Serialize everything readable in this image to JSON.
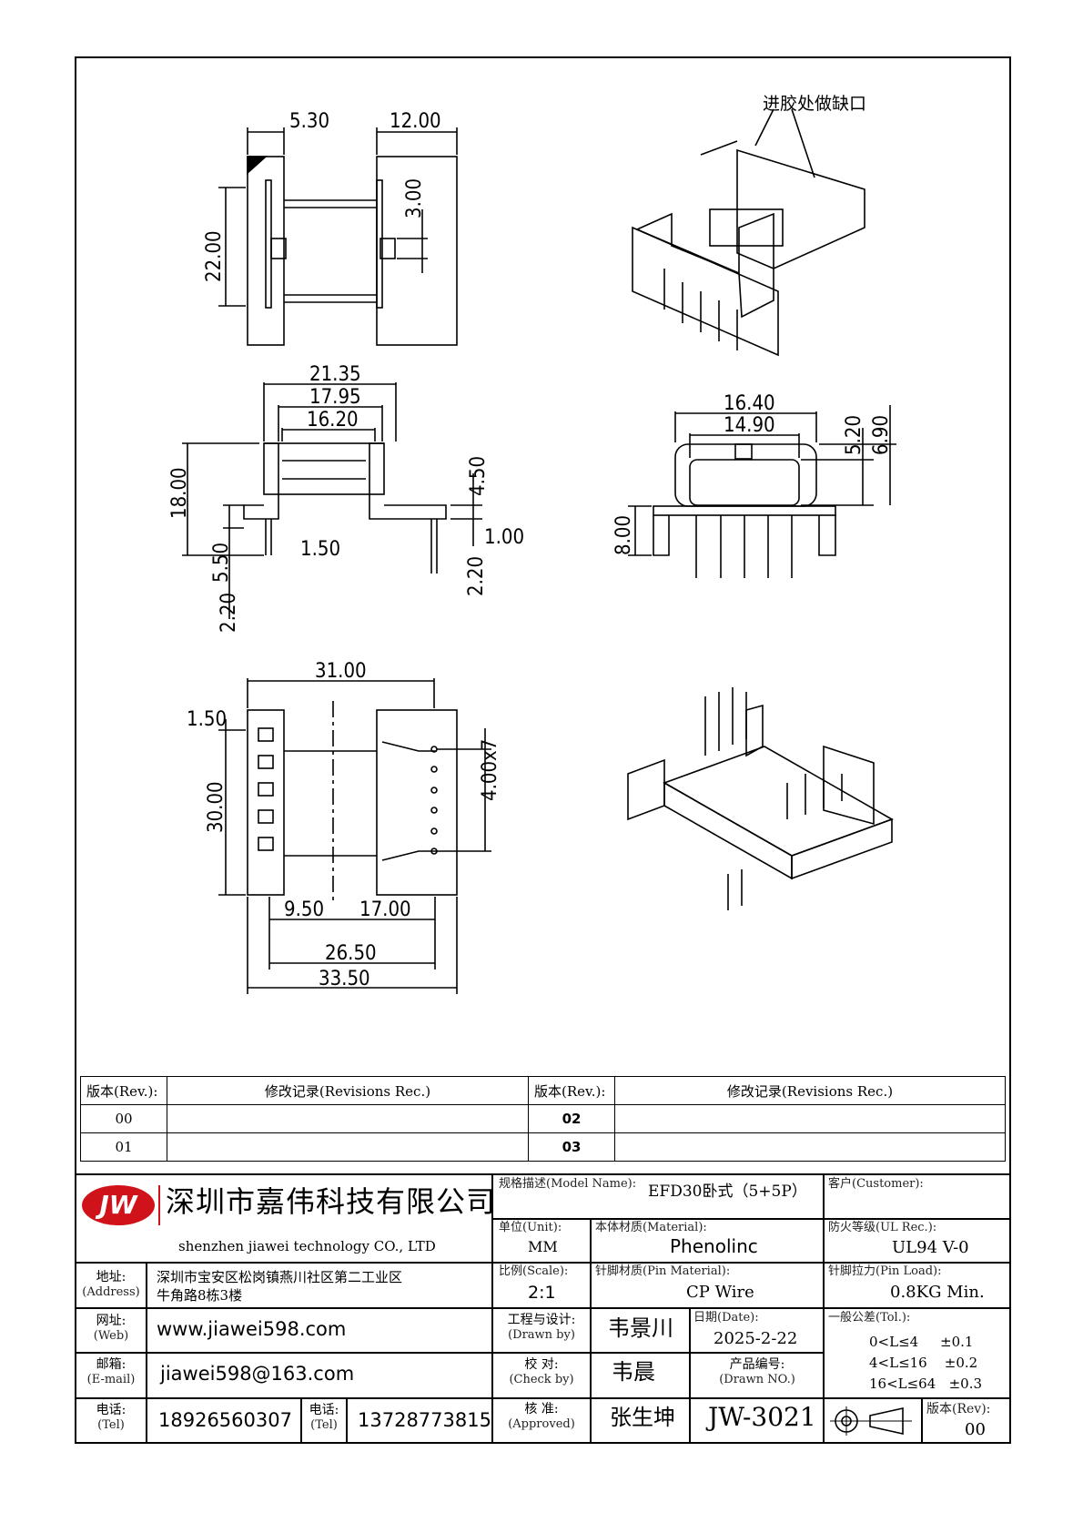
{
  "drawing": {
    "note_gate": "进胶处做缺口",
    "dims": {
      "top_width_a": "5.30",
      "top_width_b": "12.00",
      "top_height": "22.00",
      "top_small": "3.00",
      "front_w1": "21.35",
      "front_w2": "17.95",
      "front_w3": "16.20",
      "front_h": "18.00",
      "front_h2": "4.50",
      "front_b": "1.50",
      "front_c": "1.00",
      "front_d": "5.50",
      "front_e": "2.20",
      "front_f": "2.20",
      "side_w1": "16.40",
      "side_w2": "14.90",
      "side_h1": "5.20",
      "side_h2": "6.90",
      "side_h3": "8.00",
      "bot_w": "31.00",
      "bot_a": "1.50",
      "bot_h": "30.00",
      "bot_pitch": "4.00x7",
      "bot_b": "9.50",
      "bot_c": "17.00",
      "bot_d": "26.50",
      "bot_e": "33.50"
    }
  },
  "revisions": {
    "col_rev": "版本(Rev.):",
    "col_rec": "修改记录(Revisions Rec.)",
    "rows": [
      {
        "a": "00",
        "b": "",
        "c": "02",
        "d": ""
      },
      {
        "a": "01",
        "b": "",
        "c": "03",
        "d": ""
      }
    ]
  },
  "title": {
    "logo": "JW",
    "company_cn": "深圳市嘉伟科技有限公司",
    "company_en": "shenzhen  jiawei  technology  CO., LTD",
    "address_label": "地址:",
    "address_label_en": "(Address)",
    "address_1": "深圳市宝安区松岗镇燕川社区第二工业区",
    "address_2": "牛角路8栋3楼",
    "web_label": "网址:",
    "web_label_en": "(Web)",
    "web": "www.jiawei598.com",
    "email_label": "邮箱:",
    "email_label_en": "(E-mail)",
    "email": "jiawei598@163.com",
    "tel_label": "电话:",
    "tel_label_en": "(Tel)",
    "tel1": "18926560307",
    "tel2": "13728773815",
    "model_label": "规格描述(Model Name):",
    "model": "EFD30卧式（5+5P）",
    "customer_label": "客户(Customer):",
    "customer": "",
    "unit_label": "单位(Unit):",
    "unit": "MM",
    "material_label": "本体材质(Material):",
    "material": "Phenolinc",
    "ul_label": "防火等级(UL Rec.):",
    "ul": "UL94 V-0",
    "scale_label": "比例(Scale):",
    "scale": "2:1",
    "pin_mat_label": "针脚材质(Pin Material):",
    "pin_mat": "CP Wire",
    "pin_load_label": "针脚拉力(Pin Load):",
    "pin_load": "0.8KG Min.",
    "drawn_label": "工程与设计:",
    "drawn_label_en": "(Drawn by)",
    "drawn": "韦景川",
    "date_label": "日期(Date):",
    "date": "2025-2-22",
    "tol_label": "一般公差(Tol.):",
    "tol_1": "0<L≤4     ±0.1",
    "tol_2": "4<L≤16    ±0.2",
    "tol_3": "16<L≤64   ±0.3",
    "check_label": "校  对:",
    "check_label_en": "(Check by)",
    "check": "韦晨",
    "drawno_label": "产品编号:",
    "drawno_label_en": "(Drawn NO.)",
    "drawno": "JW-3021",
    "approved_label": "核  准:",
    "approved_label_en": "(Approved)",
    "approved": "张生坤",
    "rev_label": "版本(Rev):",
    "rev": "00"
  }
}
